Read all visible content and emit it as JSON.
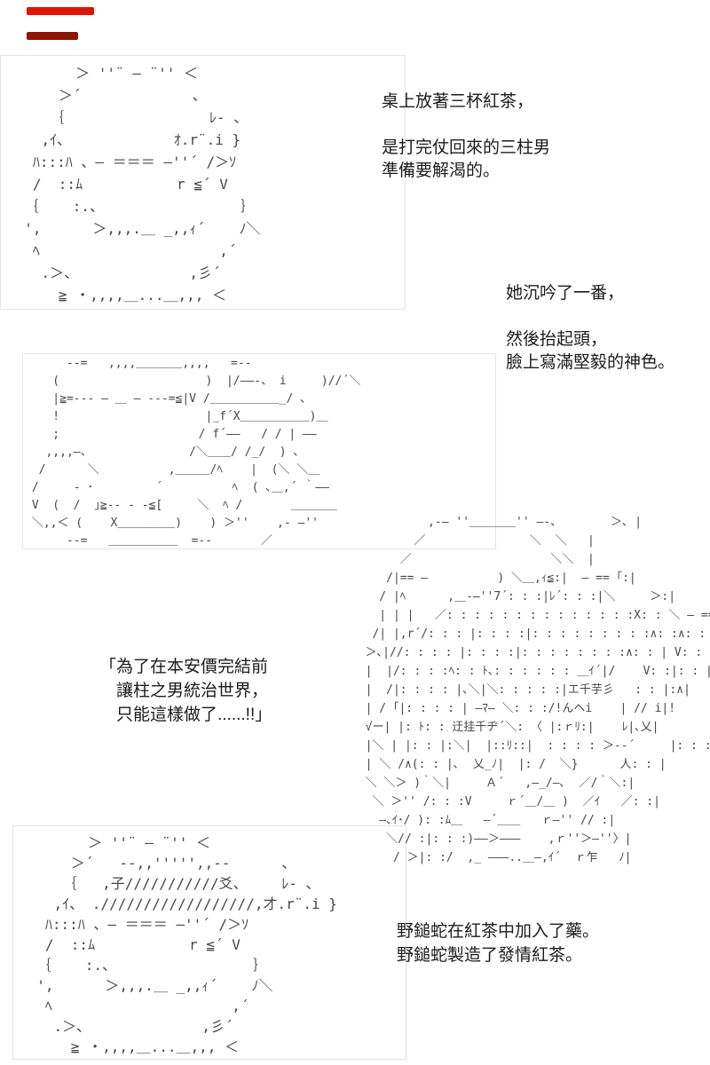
{
  "page": {
    "background": "#ffffff"
  },
  "annotations": {
    "stroke1_color": "#e01507",
    "stroke2_color": "#8e1408"
  },
  "panels": {
    "teacup_top": {
      "art": [
        "        ＞ ''¨ ― ¨'' ＜",
        "      ＞´             、",
        "     ｛                 ﾚ- 、",
        "    ,ｲ、            ｵ.r¨.i }",
        "   ﾊ:::ﾊ 、― ＝＝＝ ―''´ /＞ｿ",
        "   /  ::ﾑ           r ≦´ V",
        "  ｛    :.、                ｝",
        "  ',      ＞,,,.＿ _,,ｨ´    ﾉ＼",
        "   ﾍ                     ,´",
        "    .＞、             ,彡´",
        "      ≧ ・,,,,＿...＿,,, ＜"
      ]
    },
    "teacup_hand": {
      "art": [
        "      --=   ,,,,＿＿＿＿,,,,   =--",
        "    (                     )  |/――-、 i     )//´＼",
        "    |≧=--- ― ＿ ― ---=≦|V /＿＿＿＿＿＿_/ ､",
        "    !                     |_f´X＿＿＿＿＿＿)＿",
        "    ;                    / f´――   / / | ――",
        "   ,,,,―、              /＼＿＿/ /_/  ) ､",
        "  /      ＼          ,＿＿＿/ﾍ    |  (＼ ＼＿",
        " /     - ･         ´          ﾍ  ( ､＿,´ ｀――",
        " V  (  /  ｣≧-- - -≦[     ＼  ﾍ /       ＿＿＿＿",
        " ＼,,＜ (    X＿＿＿＿＿)    ) ＞''    ,- ―''",
        "      --=   ＿＿＿＿＿＿  =--       ／"
      ]
    },
    "character_face": {
      "art": [
        "           ,-― ''＿＿＿＿'' ―-、       ＞､ |",
        "         ／               ＼  ＼   |",
        "       ／                    ＼＼  |",
        "     /|== ―          ) ＼＿,ｨ≦:|  ― == ｢:|",
        "    / |ﾍ      ,＿-―''7´: : :|ﾚ´: : :|＼     ＞:|",
        "    | | |   ／: : : : : : : : : : : : : :X: : ＼ ― ==|",
        "   /| |,r´/: : : |: : : :|: : : : : : : : :∧: :∧: : : ↑|",
        "  ＞､|//: : : : |: : : :|: : : : : : : :∧: : | V: : : | |",
        "  |  |/: : : :ﾍ: : ﾄ､: : : : : : ＿ｲ´|/    V: :|: : |",
        "  |  /|: : : : |､＼|＼: : : : :|エ千芋彡   : : |:∧|",
        "  | / ｢|: : : : | ―ﾏ― ＼: : :/!んヘi    | // i|!",
        "  √ー| |: ﾄ: : 迂挂千ヂ´＼: 〈 |:ｒﾘ:|    ﾚ|､乂|",
        "  |＼ | |: : |:＼|  |::ﾘ::|  : : : : ＞--´     |: : :<|",
        "  | ＼ /∧(: : |､  乂_ﾉ|  |: /  ＼}      人: : |",
        "  ＼ ＼＞ )｀＼|     Ａ´   ,―_/―､  ／/｀＼:|",
        "   ＼ ＞'' /: : :V     ｒ´＿/＿ )  ／ｲ   ／: :|",
        "    ―､ｲ･/ ): :ﾑ＿   ―´＿＿   ｒ―'' // :|",
        "     ＼// :|: : :)――＞―――    ,ｒ''＞―''〉|",
        "      / ＞|: :/  ,_ ―――..＿―,ｲ´  ｒ乍   ﾉ|"
      ]
    },
    "teacup_drugged": {
      "art": [
        "        ＞ ''¨ ― ¨'' ＜",
        "      ＞´   --,,''''',,--      、",
        "     ｛   ,子///////////爻、    ﾚ- 、",
        "    ,ｲ、 .//////////////////,才.r¨.i }",
        "   ﾊ:::ﾊ 、― ＝＝＝ ―''´ /＞ｿ",
        "   /  ::ﾑ           r ≦´ V",
        "  ｛    :.、                ｝",
        "  ',      ＞,,,.＿ _,,ｨ´    ﾉ＼",
        "   ﾍ                     ,´",
        "    .＞、             ,彡´",
        "      ≧ ・,,,,＿...＿,,, ＜"
      ]
    }
  },
  "narration": {
    "block1": {
      "lines": [
        "桌上放著三杯紅茶，",
        "",
        "是打完仗回來的三柱男",
        "準備要解渴的。"
      ]
    },
    "block2": {
      "lines": [
        "她沉吟了一番，",
        "",
        "然後抬起頭，",
        "臉上寫滿堅毅的神色。"
      ]
    },
    "quote": {
      "lines": [
        "「為了在本安價完結前",
        "　讓柱之男統治世界，",
        "　只能這樣做了......!!」"
      ]
    },
    "block4": {
      "lines": [
        "野鎚蛇在紅茶中加入了藥。",
        "野鎚蛇製造了發情紅茶。"
      ]
    }
  }
}
